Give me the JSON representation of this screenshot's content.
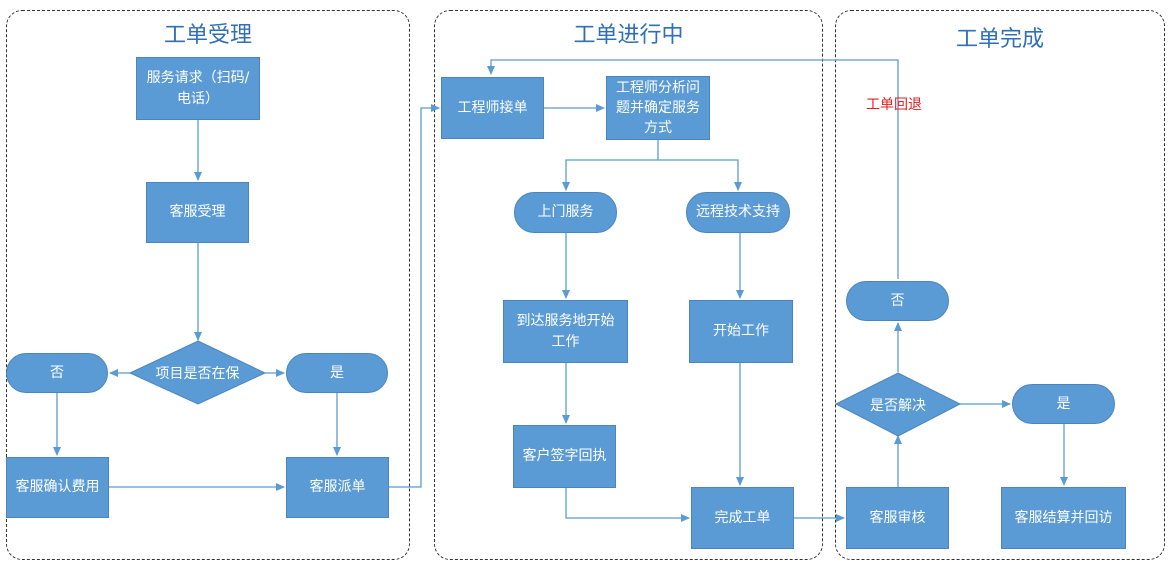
{
  "lanes": {
    "accept": "工单受理",
    "in_progress": "工单进行中",
    "complete": "工单完成"
  },
  "nodes": {
    "service_request": "服务请求（扫码/电话）",
    "cs_accept": "客服受理",
    "in_warranty": "项目是否在保",
    "no_1": "否",
    "yes_1": "是",
    "cs_confirm_fee": "客服确认费用",
    "cs_dispatch": "客服派单",
    "engineer_take": "工程师接单",
    "engineer_analyze": "工程师分析问题并确定服务方式",
    "onsite_service": "上门服务",
    "remote_support": "远程技术支持",
    "arrive_start": "到达服务地开始工作",
    "start_work": "开始工作",
    "customer_sign": "客户签字回执",
    "finish_order": "完成工单",
    "cs_review": "客服审核",
    "resolved": "是否解决",
    "no_2": "否",
    "yes_2": "是",
    "cs_settle": "客服结算并回访"
  },
  "labels": {
    "order_return": "工单回退"
  },
  "colors": {
    "node_fill": "#5b9bd5",
    "lane_title": "#2f6fb7",
    "arrow": "#5b9bd5",
    "return_label": "#e02020"
  }
}
